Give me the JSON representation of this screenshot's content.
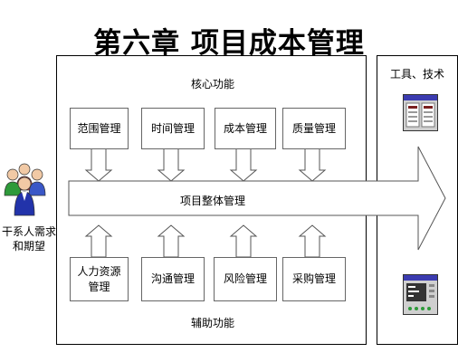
{
  "title": "第六章 项目成本管理",
  "core_label": "核心功能",
  "support_label": "辅助功能",
  "integration_label": "项目整体管理",
  "tools_label": "工具、技术",
  "stakeholder_label": "干系人需求\n和期望",
  "core_areas": [
    "范围管理",
    "时间管理",
    "成本管理",
    "质量管理"
  ],
  "support_areas": [
    "人力资源\n管理",
    "沟通管理",
    "风险管理",
    "采购管理"
  ],
  "colors": {
    "tool_header": "#3b3bb0",
    "tool_body": "#cfcfcf",
    "tool_screen": "#7a1f1f",
    "tool_green": "#2e9a3a"
  },
  "icons": {
    "stakeholders": "people-group-icon",
    "tool_top": "computer-window-icon",
    "tool_bottom": "computer-terminal-icon"
  }
}
